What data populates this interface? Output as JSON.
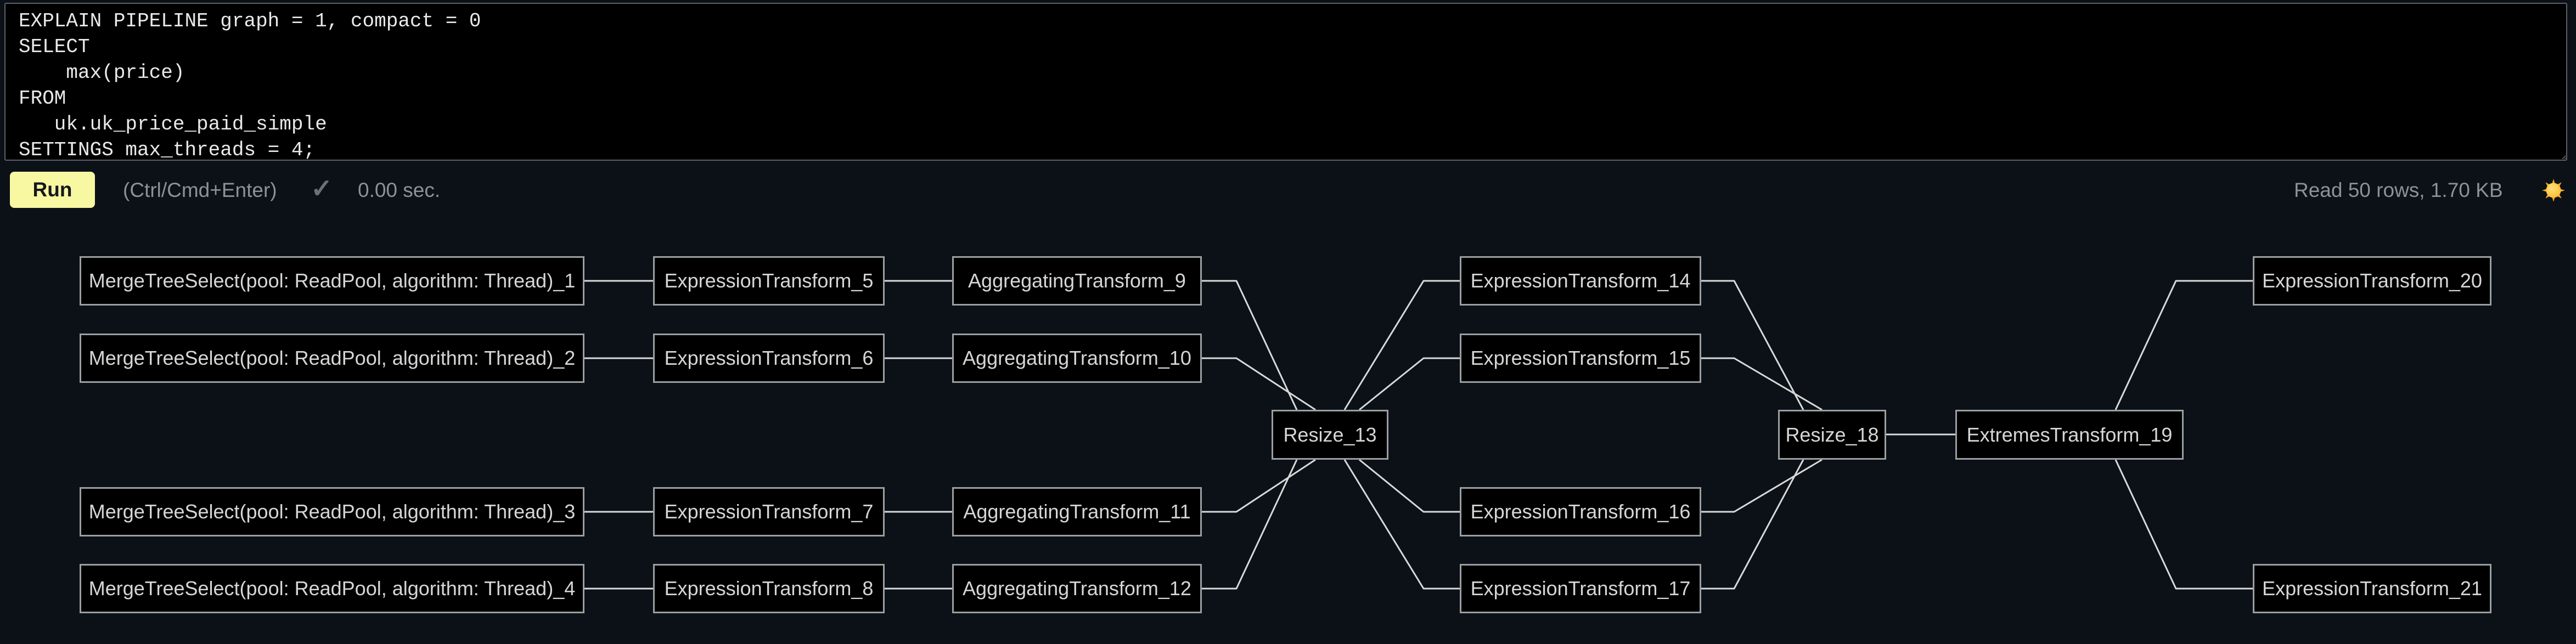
{
  "editor": {
    "sql": "EXPLAIN PIPELINE graph = 1, compact = 0\nSELECT\n    max(price)\nFROM\n   uk.uk_price_paid_simple\nSETTINGS max_threads = 4;"
  },
  "toolbar": {
    "run_label": "Run",
    "shortcut_hint": "(Ctrl/Cmd+Enter)",
    "check_glyph": "✓",
    "elapsed": "0.00 sec.",
    "read_stats": "Read 50 rows, 1.70 KB",
    "theme_icon": "sun-icon"
  },
  "colors": {
    "page_bg": "#0b1117",
    "editor_bg": "#000000",
    "editor_border": "#5c6166",
    "run_button_bg": "#f8f8a2",
    "run_button_text": "#15181b",
    "muted_text": "#8e9196",
    "check_gray": "#6a7074",
    "node_bg": "#000000",
    "node_border": "#9a9fa1",
    "node_text": "#d6d6d6",
    "edge": "#d9d9d9",
    "sun_core": "#ffca28",
    "sun_ray": "#f5a81c",
    "sql_text": "#e9e9e9"
  },
  "graph": {
    "nodes": [
      {
        "id": "mts1",
        "label": "MergeTreeSelect(pool: ReadPool, algorithm: Thread)_1"
      },
      {
        "id": "mts2",
        "label": "MergeTreeSelect(pool: ReadPool, algorithm: Thread)_2"
      },
      {
        "id": "mts3",
        "label": "MergeTreeSelect(pool: ReadPool, algorithm: Thread)_3"
      },
      {
        "id": "mts4",
        "label": "MergeTreeSelect(pool: ReadPool, algorithm: Thread)_4"
      },
      {
        "id": "et5",
        "label": "ExpressionTransform_5"
      },
      {
        "id": "et6",
        "label": "ExpressionTransform_6"
      },
      {
        "id": "et7",
        "label": "ExpressionTransform_7"
      },
      {
        "id": "et8",
        "label": "ExpressionTransform_8"
      },
      {
        "id": "at9",
        "label": "AggregatingTransform_9"
      },
      {
        "id": "at10",
        "label": "AggregatingTransform_10"
      },
      {
        "id": "at11",
        "label": "AggregatingTransform_11"
      },
      {
        "id": "at12",
        "label": "AggregatingTransform_12"
      },
      {
        "id": "r13",
        "label": "Resize_13"
      },
      {
        "id": "et14",
        "label": "ExpressionTransform_14"
      },
      {
        "id": "et15",
        "label": "ExpressionTransform_15"
      },
      {
        "id": "et16",
        "label": "ExpressionTransform_16"
      },
      {
        "id": "et17",
        "label": "ExpressionTransform_17"
      },
      {
        "id": "r18",
        "label": "Resize_18"
      },
      {
        "id": "et19",
        "label": "ExtremesTransform_19"
      },
      {
        "id": "et20",
        "label": "ExpressionTransform_20"
      },
      {
        "id": "et21",
        "label": "ExpressionTransform_21"
      }
    ],
    "edges": [
      {
        "from": "mts1",
        "to": "et5"
      },
      {
        "from": "mts2",
        "to": "et6"
      },
      {
        "from": "mts3",
        "to": "et7"
      },
      {
        "from": "mts4",
        "to": "et8"
      },
      {
        "from": "et5",
        "to": "at9"
      },
      {
        "from": "et6",
        "to": "at10"
      },
      {
        "from": "et7",
        "to": "at11"
      },
      {
        "from": "et8",
        "to": "at12"
      },
      {
        "from": "at9",
        "to": "r13"
      },
      {
        "from": "at10",
        "to": "r13"
      },
      {
        "from": "at11",
        "to": "r13"
      },
      {
        "from": "at12",
        "to": "r13"
      },
      {
        "from": "r13",
        "to": "et14"
      },
      {
        "from": "r13",
        "to": "et15"
      },
      {
        "from": "r13",
        "to": "et16"
      },
      {
        "from": "r13",
        "to": "et17"
      },
      {
        "from": "et14",
        "to": "r18"
      },
      {
        "from": "et15",
        "to": "r18"
      },
      {
        "from": "et16",
        "to": "r18"
      },
      {
        "from": "et17",
        "to": "r18"
      },
      {
        "from": "r18",
        "to": "et19"
      },
      {
        "from": "et19",
        "to": "et20"
      },
      {
        "from": "et19",
        "to": "et21"
      }
    ]
  }
}
